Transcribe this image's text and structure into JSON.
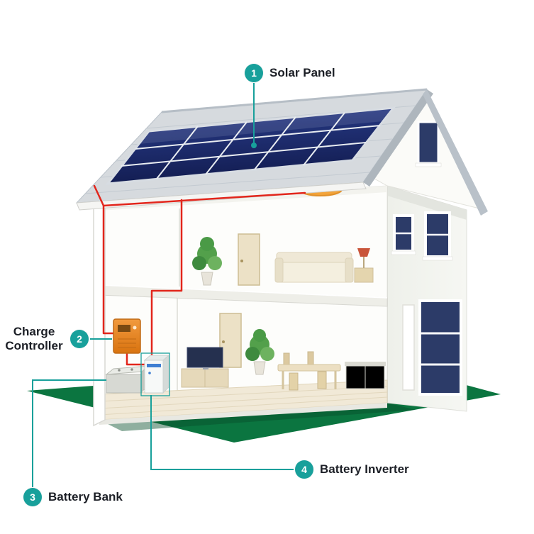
{
  "diagram": {
    "type": "solar-home-energy-system",
    "labels": [
      {
        "number": "1",
        "label": "Solar Panel"
      },
      {
        "number": "2",
        "label": "Charge Controller"
      },
      {
        "number": "3",
        "label": "Battery Bank"
      },
      {
        "number": "4",
        "label": "Battery Inverter"
      }
    ],
    "palette": {
      "accent_teal": "#18a09b",
      "wire_red": "#e2261c",
      "panel_navy": "#1d2b66",
      "lawn_green": "#0b7540",
      "roof_gray": "#d6dade",
      "controller_orange": "#e78a1f"
    }
  }
}
